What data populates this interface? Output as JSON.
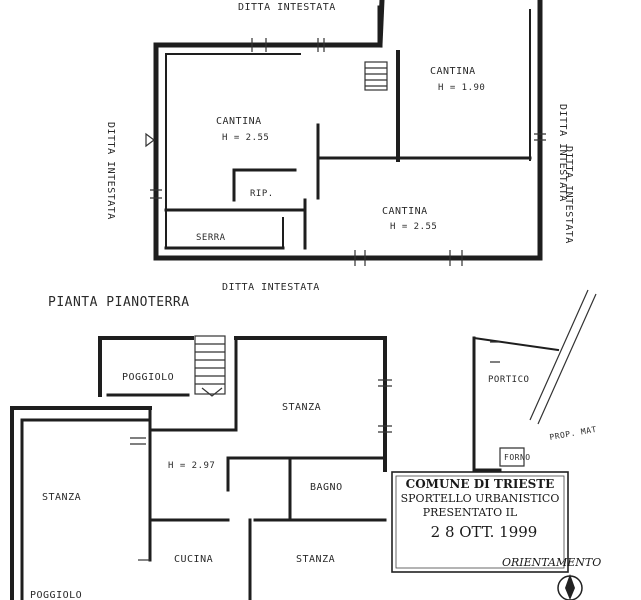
{
  "basement": {
    "neighbor_top": "DITTA INTESTATA",
    "neighbor_left": "DITTA INTESTATA",
    "neighbor_right_1": "DITTA INTESTATA",
    "neighbor_right_2": "DITTA INTESTATA",
    "neighbor_bottom": "DITTA INTESTATA",
    "cantina_right": "CANTINA",
    "cantina_right_height": "H = 1.90",
    "cantina_left": "CANTINA",
    "cantina_left_height": "H = 2.55",
    "cantina_bottom": "CANTINA",
    "cantina_bottom_height": "H = 2.55",
    "serra": "SERRA",
    "rip": "RIP."
  },
  "ground": {
    "title": "PIANTA PIANOTERRA",
    "poggiolo_top": "POGGIOLO",
    "stanza_top": "STANZA",
    "stanza_left": "STANZA",
    "height": "H = 2.97",
    "bagno": "BAGNO",
    "cucina": "CUCINA",
    "stanza_bottom": "STANZA",
    "poggiolo_bottom": "POGGIOLO",
    "portico": "PORTICO",
    "forno": "FORNO",
    "proprieta": "PROP. MAT"
  },
  "stamp": {
    "line1": "COMUNE DI TRIESTE",
    "line2": "SPORTELLO URBANISTICO",
    "line3": "PRESENTATO IL",
    "date": "2 8  OTT.  1999"
  },
  "orientation": "ORIENTAMENTO"
}
